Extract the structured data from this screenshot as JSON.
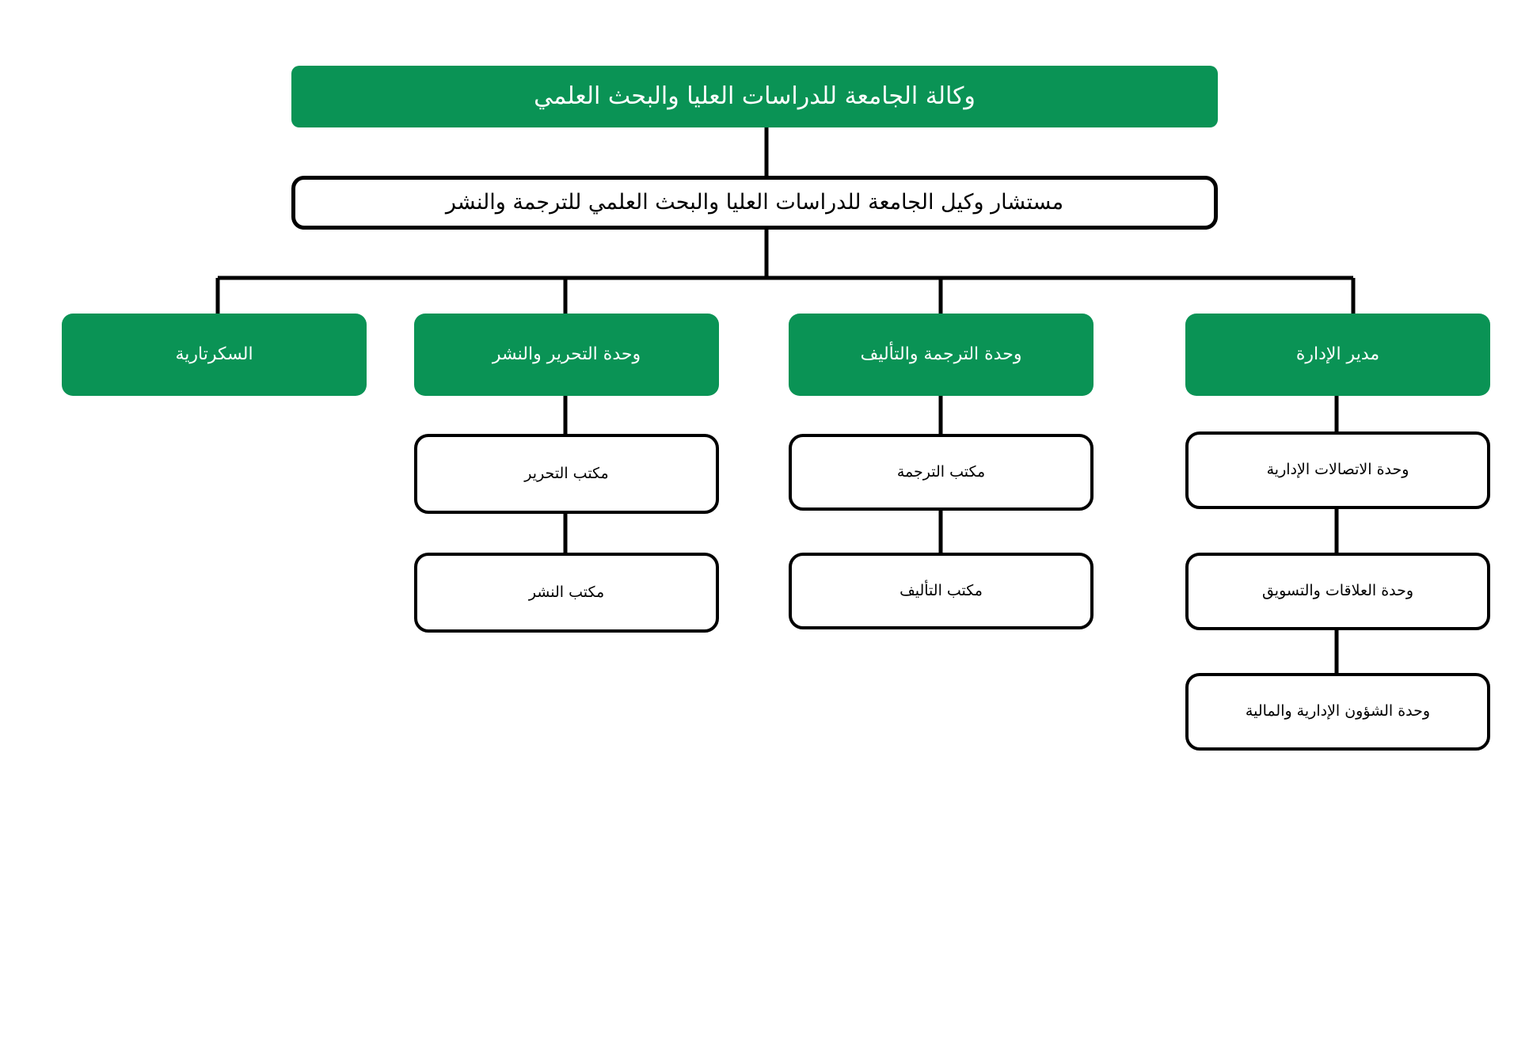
{
  "chart_data": {
    "type": "diagram",
    "diagram_type": "organization-chart",
    "title": "وكالة الجامعة للدراسات العليا والبحث العلمي",
    "language": "ar",
    "direction": "rtl",
    "colors": {
      "accent_green": "#0a9355",
      "node_border": "#000000",
      "node_fill_white": "#ffffff",
      "text_on_green": "#ffffff",
      "text_on_white": "#000000",
      "background": "#ffffff"
    },
    "levels": 4,
    "nodes": [
      {
        "id": "n0",
        "label": "وكالة الجامعة للدراسات العليا والبحث العلمي",
        "level": 1,
        "style": "green",
        "parent": null
      },
      {
        "id": "n1",
        "label": "مستشار وكيل الجامعة للدراسات العليا والبحث العلمي للترجمة والنشر",
        "level": 2,
        "style": "white",
        "parent": "n0"
      },
      {
        "id": "n2",
        "label": "السكرتارية",
        "level": 3,
        "style": "green",
        "parent": "n1"
      },
      {
        "id": "n3",
        "label": "وحدة التحرير والنشر",
        "level": 3,
        "style": "green",
        "parent": "n1"
      },
      {
        "id": "n4",
        "label": "وحدة الترجمة والتأليف",
        "level": 3,
        "style": "green",
        "parent": "n1"
      },
      {
        "id": "n5",
        "label": "مدير الإدارة",
        "level": 3,
        "style": "green",
        "parent": "n1"
      },
      {
        "id": "n6",
        "label": "مكتب التحرير",
        "level": 4,
        "style": "white",
        "parent": "n3"
      },
      {
        "id": "n7",
        "label": "مكتب النشر",
        "level": 4,
        "style": "white",
        "parent": "n6"
      },
      {
        "id": "n8",
        "label": "مكتب الترجمة",
        "level": 4,
        "style": "white",
        "parent": "n4"
      },
      {
        "id": "n9",
        "label": "مكتب التأليف",
        "level": 4,
        "style": "white",
        "parent": "n8"
      },
      {
        "id": "n10",
        "label": "وحدة الاتصالات الإدارية",
        "level": 4,
        "style": "white",
        "parent": "n5"
      },
      {
        "id": "n11",
        "label": "وحدة العلاقات والتسويق",
        "level": 4,
        "style": "white",
        "parent": "n10"
      },
      {
        "id": "n12",
        "label": "وحدة الشؤون الإدارية والمالية",
        "level": 4,
        "style": "white",
        "parent": "n11"
      }
    ]
  },
  "chart": {
    "root": {
      "label": "وكالة الجامعة للدراسات العليا والبحث العلمي"
    },
    "advisor": {
      "label": "مستشار وكيل الجامعة للدراسات العليا والبحث العلمي للترجمة والنشر"
    },
    "units": [
      {
        "label": "السكرتارية"
      },
      {
        "label": "وحدة التحرير والنشر"
      },
      {
        "label": "وحدة الترجمة والتأليف"
      },
      {
        "label": "مدير الإدارة"
      }
    ],
    "publishing_offices": [
      {
        "label": "مكتب التحرير"
      },
      {
        "label": "مكتب النشر"
      }
    ],
    "translation_offices": [
      {
        "label": "مكتب الترجمة"
      },
      {
        "label": "مكتب التأليف"
      }
    ],
    "administration_units": [
      {
        "label": "وحدة الاتصالات الإدارية"
      },
      {
        "label": "وحدة العلاقات والتسويق"
      },
      {
        "label": "وحدة الشؤون الإدارية والمالية"
      }
    ]
  }
}
